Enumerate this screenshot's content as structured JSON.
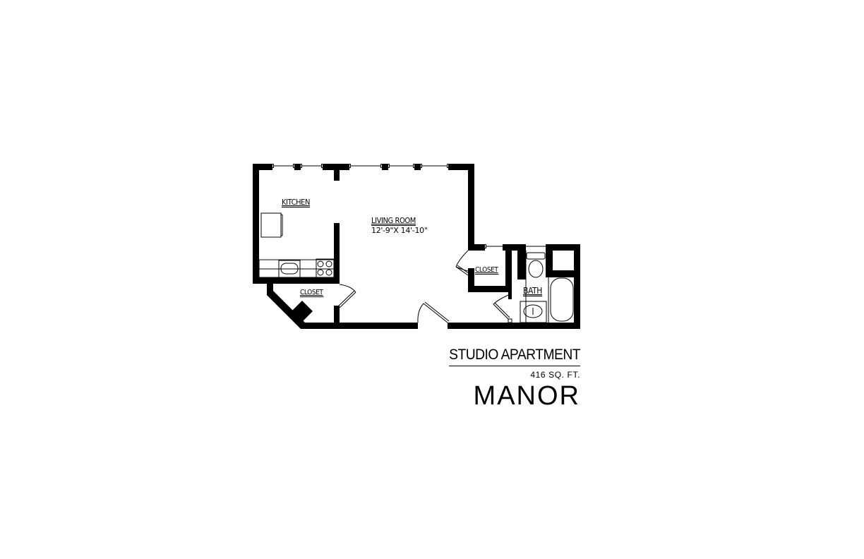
{
  "floor_plan": {
    "rooms": [
      {
        "name": "kitchen",
        "label": "KITCHEN"
      },
      {
        "name": "living-room",
        "label": "LIVING ROOM",
        "dimensions": "12'-9\"X 14'-10\""
      },
      {
        "name": "entry-closet",
        "label": "CLOSET"
      },
      {
        "name": "hall-closet",
        "label": "CLOSET"
      },
      {
        "name": "bath",
        "label": "BATH"
      }
    ]
  },
  "title_block": {
    "plan_type": "STUDIO APARTMENT",
    "area": "416 SQ. FT.",
    "plan_name": "MANOR"
  },
  "colors": {
    "wall": "#000000",
    "background": "#ffffff"
  }
}
